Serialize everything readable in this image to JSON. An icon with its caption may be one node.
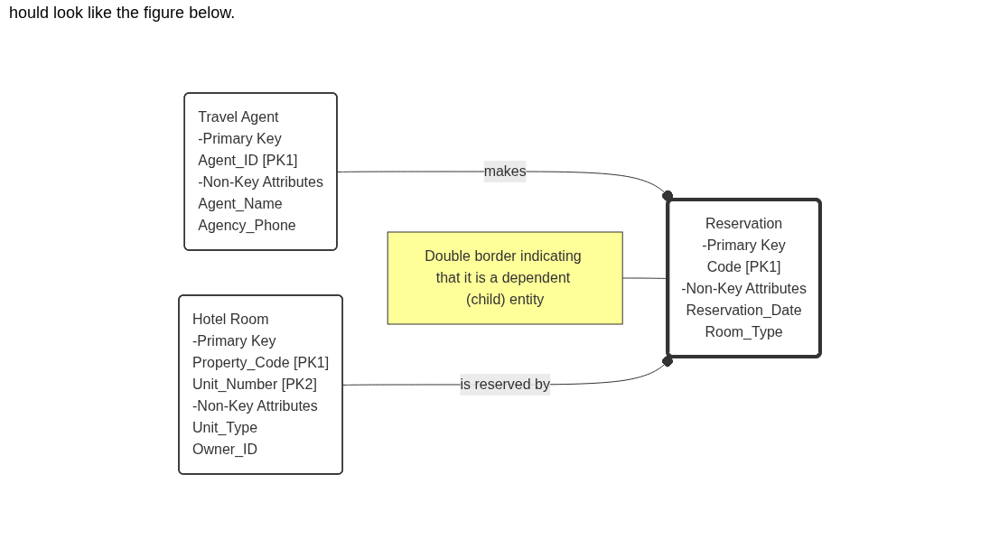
{
  "diagram": {
    "nodes": [
      {
        "text": [
          "Travel Agent",
          "-Primary Key",
          "Agent_ID [PK1]",
          "-Non-Key Attributes",
          "Agent_Name",
          "Agency_Phone"
        ]
      },
      {
        "text": [
          "Reservation",
          "-Primary Key",
          "Code [PK1]",
          "-Non-Key Attributes",
          "Reservation_Date",
          "Room_Type"
        ]
      },
      {
        "text": [
          "Double border indicating that it is a dependent (child) entity"
        ]
      },
      {
        "text": [
          "Hotel Room",
          "-Primary Key",
          "Property_Code [PK1]",
          "Unit_Number [PK2]",
          "-Non-Key Attributes",
          "Unit_Type",
          "Owner_ID"
        ]
      }
    ],
    "edges": [
      {
        "from": 0,
        "to": 1,
        "arrow": "other",
        "label": "makes"
      },
      {
        "from": 2,
        "to": 1,
        "arrow": "none"
      },
      {
        "from": 3,
        "to": 1,
        "arrow": "other",
        "label": "is reserved by"
      }
    ],
    "labels": [
      "hould look like the figure below."
    ]
  }
}
